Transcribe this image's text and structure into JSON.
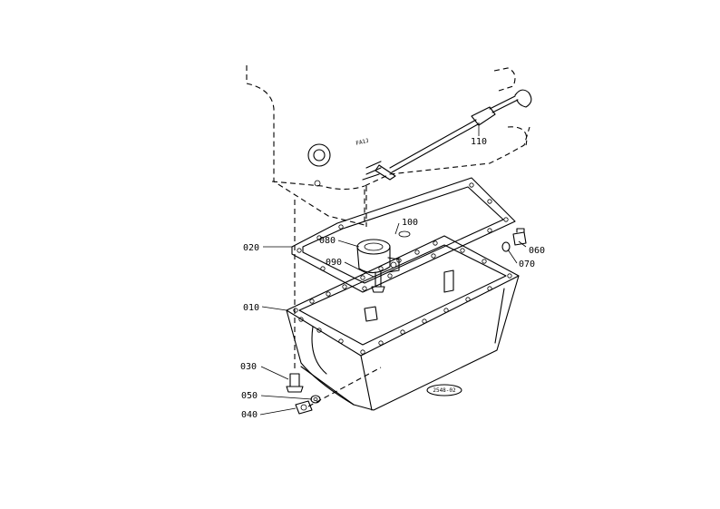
{
  "callouts": {
    "p010": "010",
    "p020": "020",
    "p030": "030",
    "p040": "040",
    "p050": "050",
    "p060": "060",
    "p070": "070",
    "p080": "080",
    "p090": "090",
    "p100": "100",
    "p110": "110"
  },
  "figure_ref": "2548-02",
  "engine_marks": "FA1J"
}
